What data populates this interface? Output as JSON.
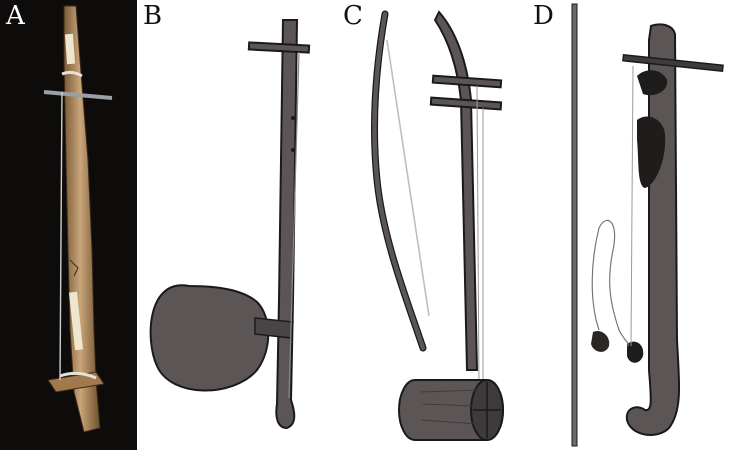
{
  "figure": {
    "panels": [
      {
        "label": "A"
      },
      {
        "label": "B"
      },
      {
        "label": "C"
      },
      {
        "label": "D"
      }
    ]
  },
  "colors": {
    "photo_background": "#0e0c0b",
    "wood": "#b08a5c",
    "drawing_fill": "#5c5556",
    "drawing_outline": "#1a1a1a",
    "string": "#cfcfcf"
  }
}
